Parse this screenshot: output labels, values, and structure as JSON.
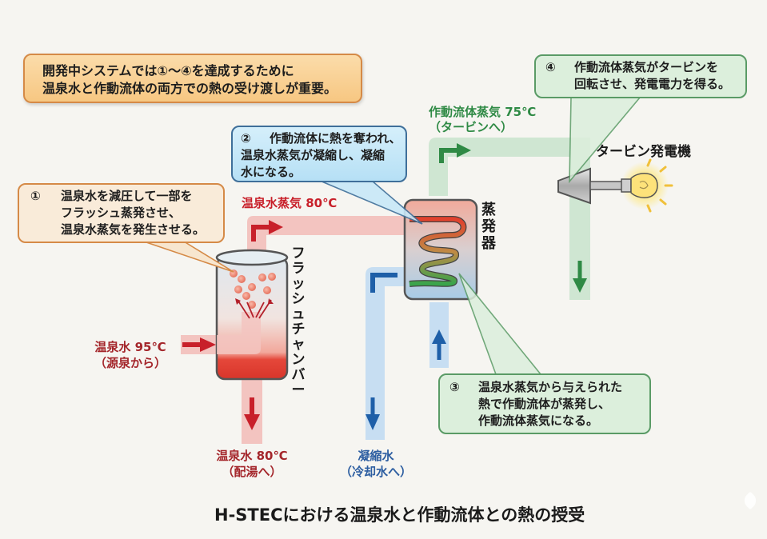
{
  "intro_box": {
    "lines": [
      "開発中システムでは①〜④を達成するために",
      "温泉水と作動流体の両方での熱の受け渡しが重要。"
    ]
  },
  "callouts": {
    "step1": {
      "number": "①",
      "lines": [
        "温泉水を減圧して一部を",
        "フラッシュ蒸発させ、",
        "温泉水蒸気を発生させる。"
      ]
    },
    "step2": {
      "number": "②",
      "lines": [
        "作動流体に熱を奪われ、",
        "温泉水蒸気が凝縮し、凝縮",
        "水になる。"
      ]
    },
    "step3": {
      "number": "③",
      "lines": [
        "温泉水蒸気から与えられた",
        "熱で作動流体が蒸発し、",
        "作動流体蒸気になる。"
      ]
    },
    "step4": {
      "number": "④",
      "lines": [
        "作動流体蒸気がタービンを",
        "回転させ、発電電力を得る。"
      ]
    }
  },
  "flow_labels": {
    "hot_spring_vapor": "温泉水蒸気  80℃",
    "working_fluid_vapor": [
      "作動流体蒸気  75℃",
      "（タービンへ）"
    ],
    "hot_spring_in": [
      "温泉水  95℃",
      "（源泉から）"
    ],
    "hot_spring_out": [
      "温泉水  80℃",
      "（配湯へ）"
    ],
    "condensate_out": [
      "凝縮水",
      "（冷却水へ）"
    ]
  },
  "components": {
    "flash_chamber": [
      "フ",
      "ラ",
      "ッ",
      "シ",
      "ュ",
      "チ",
      "ャ",
      "ン",
      "バ",
      "ー"
    ],
    "evaporator": [
      "蒸",
      "発",
      "器"
    ],
    "turbine_generator": "タービン発電機"
  },
  "caption": "H-STECにおける温泉水と作動流体との熱の授受",
  "colors": {
    "hot_red": "#c8202a",
    "hot_pipe": "#f3c4c0",
    "steam_green": "#2f8a45",
    "green_pipe": "#cfe6d2",
    "cold_blue": "#1e5fa8",
    "blue_pipe": "#c7def2",
    "intro_fill": "#f9cf95",
    "orange_border": "#d58a47",
    "blue_box_fill": "#bfe3f6",
    "blue_box_border": "#3f6f9a",
    "green_box_border": "#5a9b66"
  }
}
